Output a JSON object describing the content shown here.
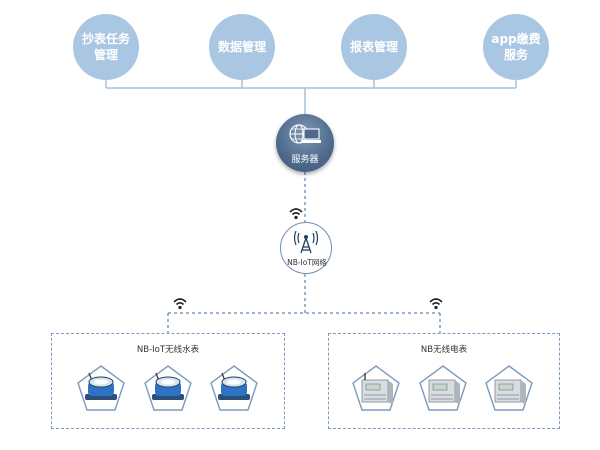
{
  "top_nodes": [
    {
      "label": "抄表任务\n管理"
    },
    {
      "label": "数据管理"
    },
    {
      "label": "报表管理"
    },
    {
      "label": "app缴费\n服务"
    }
  ],
  "server": {
    "label": "服务器"
  },
  "network": {
    "label": "NB-IoT网络"
  },
  "groups": [
    {
      "title": "NB-IoT无线水表",
      "device_type": "water-meter",
      "count": 3
    },
    {
      "title": "NB无线电表",
      "device_type": "electric-meter",
      "count": 3
    }
  ],
  "colors": {
    "node_fill": "#a9c7e3",
    "server_fill": "#4d6a8c",
    "line": "#a9c1da",
    "dash": "#7a9cc0",
    "icon_dark": "#1f3f66",
    "meter_blue": "#2f72c4"
  }
}
